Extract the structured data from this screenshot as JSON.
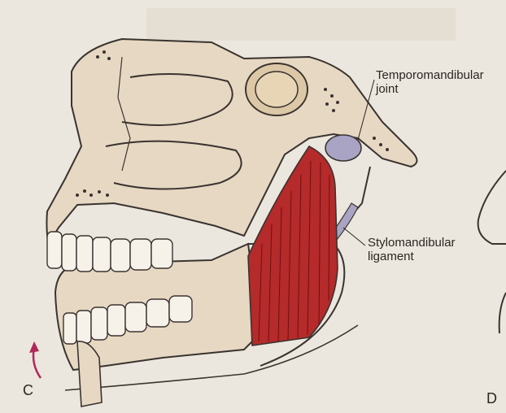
{
  "labels": {
    "tmj": "Temporomandibular joint",
    "tmj_line1": "Temporomandibular",
    "tmj_line2": "joint",
    "stylo_line1": "Stylomandibular",
    "stylo_line2": "ligament"
  },
  "panels": {
    "left": "C",
    "right": "D"
  },
  "colors": {
    "background": "#ece7de",
    "bone": "#e6d8c2",
    "outline": "#3a3330",
    "muscle": "#b52a2a",
    "muscle_fiber": "#6e1010",
    "ligament": "#a9a3c4",
    "arrow": "#b2275a",
    "teeth": "#f6f2ea"
  }
}
